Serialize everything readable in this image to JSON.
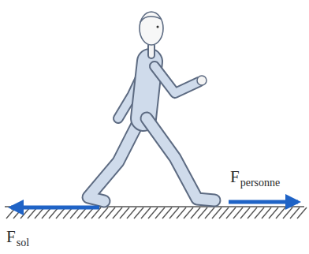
{
  "diagram": {
    "labels": [
      "F",
      "personne",
      "F",
      "sol"
    ]
  }
}
